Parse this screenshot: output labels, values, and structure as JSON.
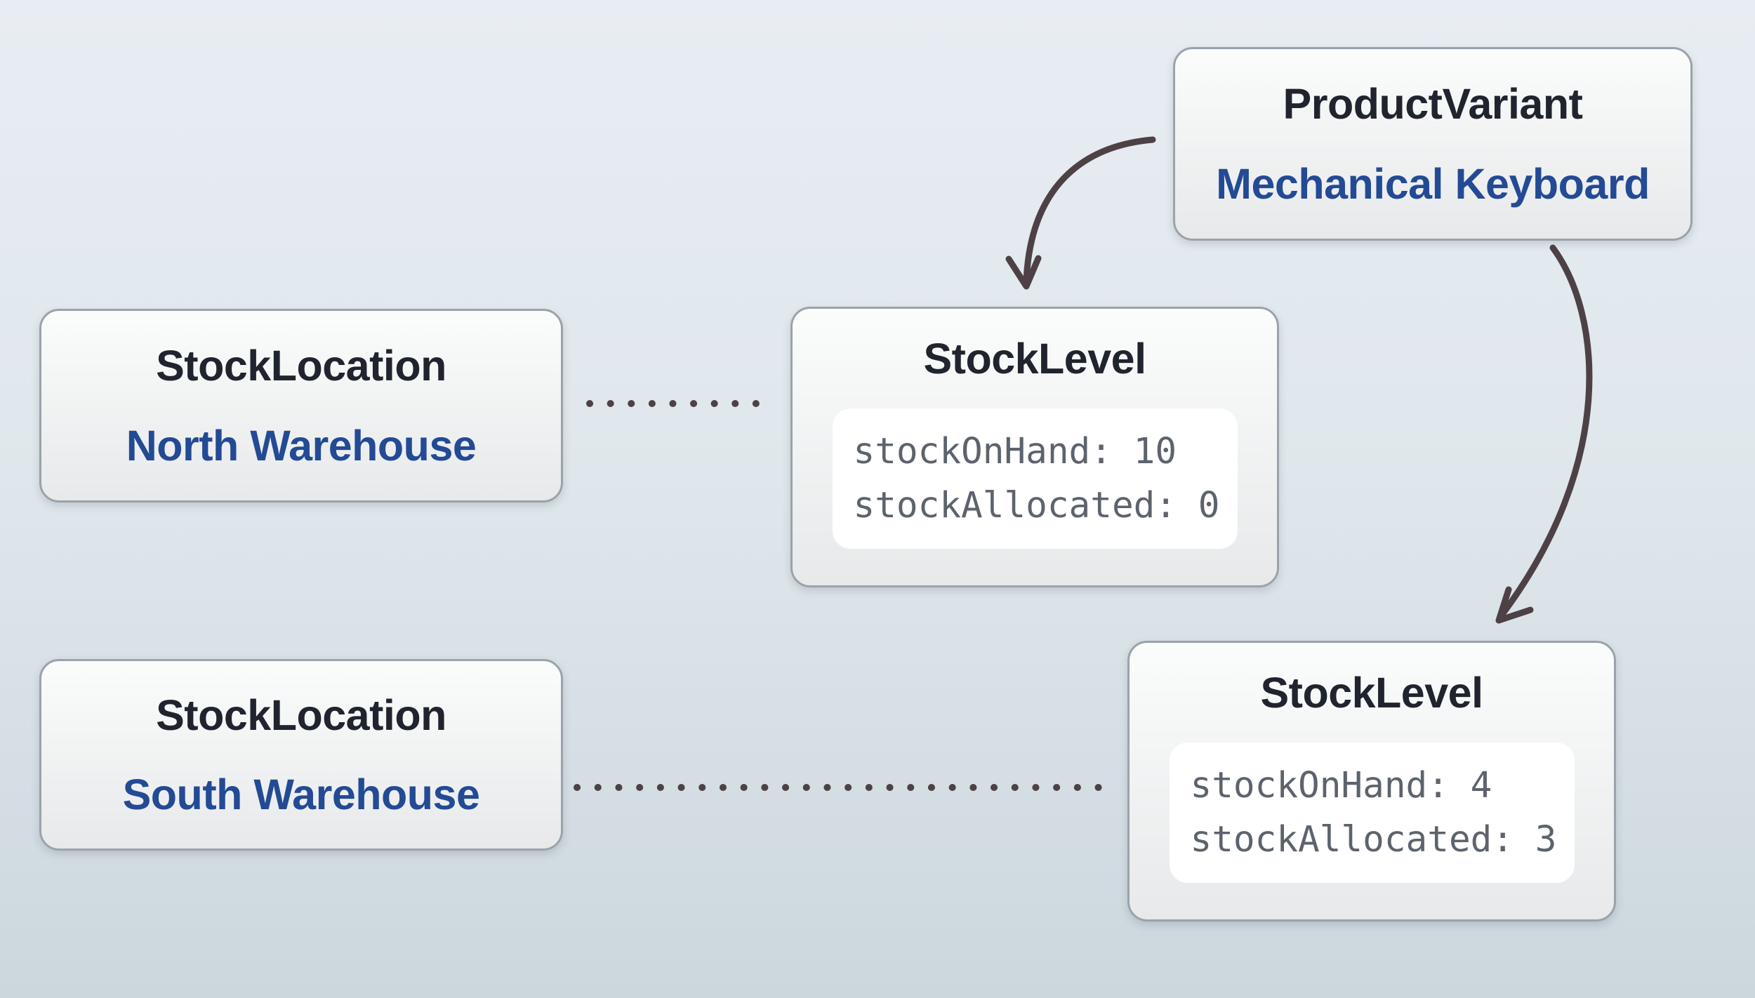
{
  "colors": {
    "background_top": "#e8edf3",
    "background_mid": "#dfe7ec",
    "background_bottom": "#ccd7dd",
    "node_border": "#9aa3a9",
    "node_fill_top": "#fbfcfc",
    "node_fill_bottom": "#e7e9ea",
    "title_text": "#20242e",
    "entity_name_text": "#234a94",
    "code_text": "#5d636d",
    "code_bg": "#ffffff",
    "connector": "#4e4145"
  },
  "nodes": {
    "product_variant": {
      "entity": "ProductVariant",
      "name": "Mechanical Keyboard"
    },
    "stock_location_north": {
      "entity": "StockLocation",
      "name": "North Warehouse"
    },
    "stock_level_north": {
      "entity": "StockLevel",
      "lines": [
        "stockOnHand: 10",
        "stockAllocated: 0"
      ]
    },
    "stock_location_south": {
      "entity": "StockLocation",
      "name": "South Warehouse"
    },
    "stock_level_south": {
      "entity": "StockLevel",
      "lines": [
        "stockOnHand: 4",
        "stockAllocated: 3"
      ]
    }
  }
}
